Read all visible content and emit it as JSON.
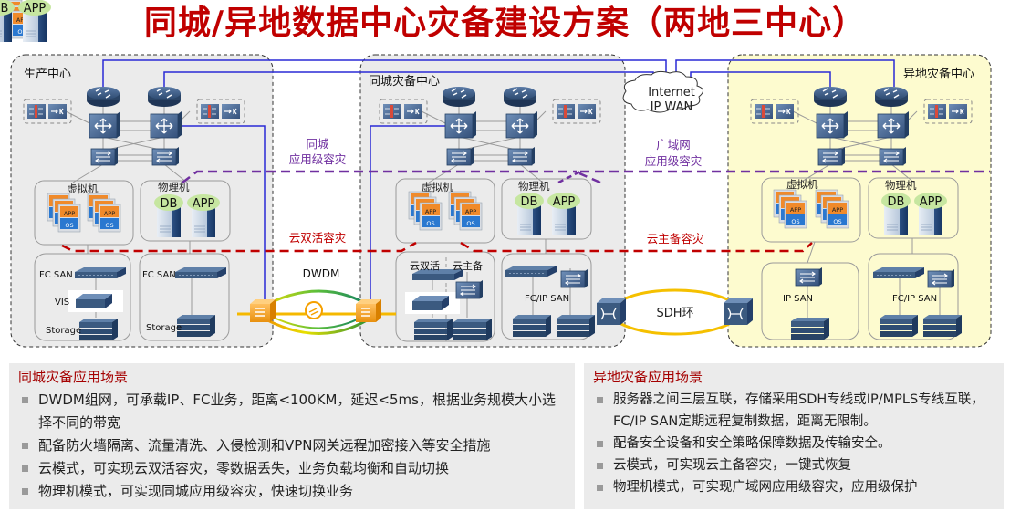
{
  "title": "同城/异地数据中心灾备建设方案（两地三中心）",
  "centers": {
    "production": {
      "name": "生产中心"
    },
    "same_city": {
      "name": "同城灾备中心"
    },
    "remote": {
      "name": "异地灾备中心"
    }
  },
  "groups": {
    "virtual": "虚拟机",
    "physical": "物理机",
    "db": "DB",
    "app": "APP",
    "vm_app": "APP",
    "vm_os": "OS",
    "fc_san": "FC SAN",
    "vis": "VIS",
    "storage": "Storage",
    "cloud_active_active": "云双活",
    "cloud_active_standby": "云主备",
    "fc_ip_san": "FC/IP SAN",
    "ip_san": "IP SAN"
  },
  "links": {
    "internet_line1": "Internet",
    "internet_line2": "IP WAN",
    "dwdm": "DWDM",
    "sdh_ring": "SDH环",
    "same_city_app_line1": "同城",
    "same_city_app_line2": "应用级容灾",
    "wan_app_line1": "广域网",
    "wan_app_line2": "应用级容灾",
    "cloud_active_active_dr": "云双活容灾",
    "cloud_active_standby_dr": "云主备容灾"
  },
  "colors": {
    "title": "#c00000",
    "center_bg": "#ebebeb",
    "remote_bg": "#fdfbcf",
    "wan_line": "#2a2ad6",
    "app_dr_dash": "#7030a0",
    "cloud_dr_dash": "#c00000",
    "device": "#3b5a80",
    "fiber": "#f5b800",
    "section_title": "#a50000"
  },
  "same_city_scenarios": {
    "heading": "同城灾备应用场景",
    "items": [
      "DWDM组网，可承载IP、FC业务，距离<100KM，延迟<5ms，根据业务规模大小选择不同的带宽",
      "配备防火墙隔离、流量清洗、入侵检测和VPN网关远程加密接入等安全措施",
      "云模式，可实现云双活容灾，零数据丢失，业务负载均衡和自动切换",
      "物理机模式，可实现同城应用级容灾，快速切换业务"
    ]
  },
  "remote_scenarios": {
    "heading": "异地灾备应用场景",
    "items": [
      "服务器之间三层互联，存储采用SDH专线或IP/MPLS专线互联，FC/IP SAN定期远程复制数据，距离无限制。",
      "配备安全设备和安全策略保障数据及传输安全。",
      "云模式，可实现云主备容灾，一键式恢复",
      "物理机模式，可实现广域网应用级容灾，应用级保护"
    ]
  }
}
